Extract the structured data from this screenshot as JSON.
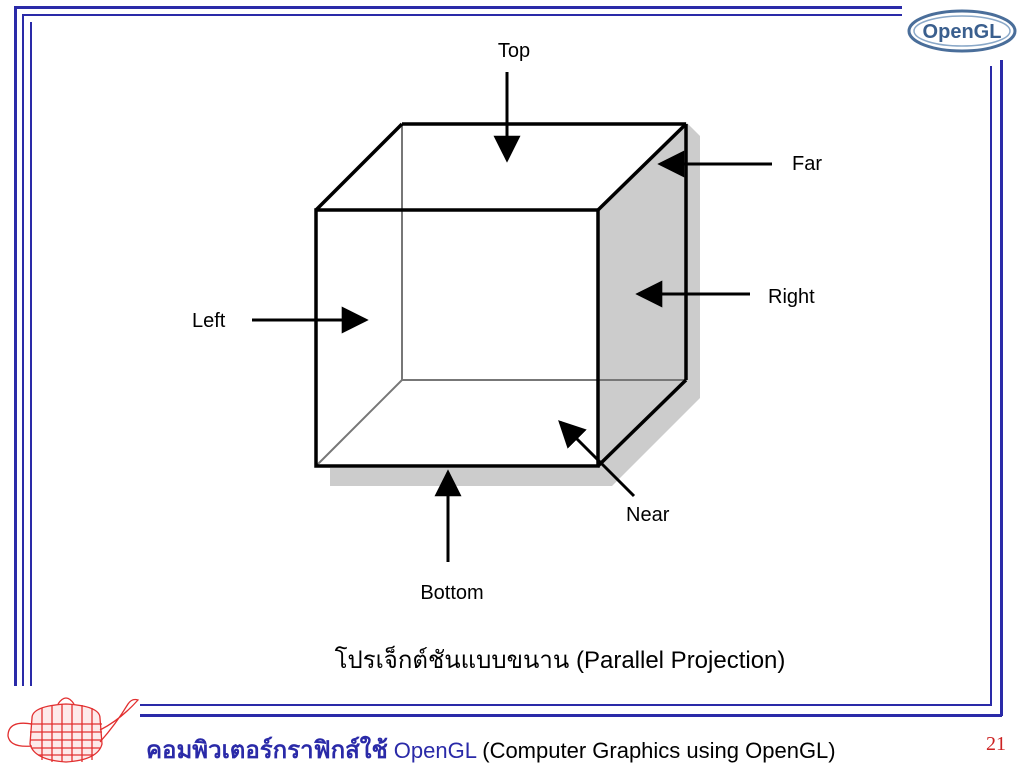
{
  "diagram": {
    "labels": {
      "top": "Top",
      "far": "Far",
      "right": "Right",
      "left": "Left",
      "near": "Near",
      "bottom": "Bottom"
    }
  },
  "caption": {
    "thai": "โปรเจ็กต์ชันแบบขนาน",
    "english": " (Parallel Projection)"
  },
  "footer": {
    "thai": "คอมพิวเตอร์กราฟิกส์ใช้ ",
    "opengl": "OpenGL",
    "english": " (Computer Graphics using OpenGL)"
  },
  "page_number": "21",
  "logo": {
    "text": "OpenGL"
  },
  "colors": {
    "frame": "#2a2aa8",
    "page_number": "#cc2222",
    "teapot": "#e23030"
  }
}
